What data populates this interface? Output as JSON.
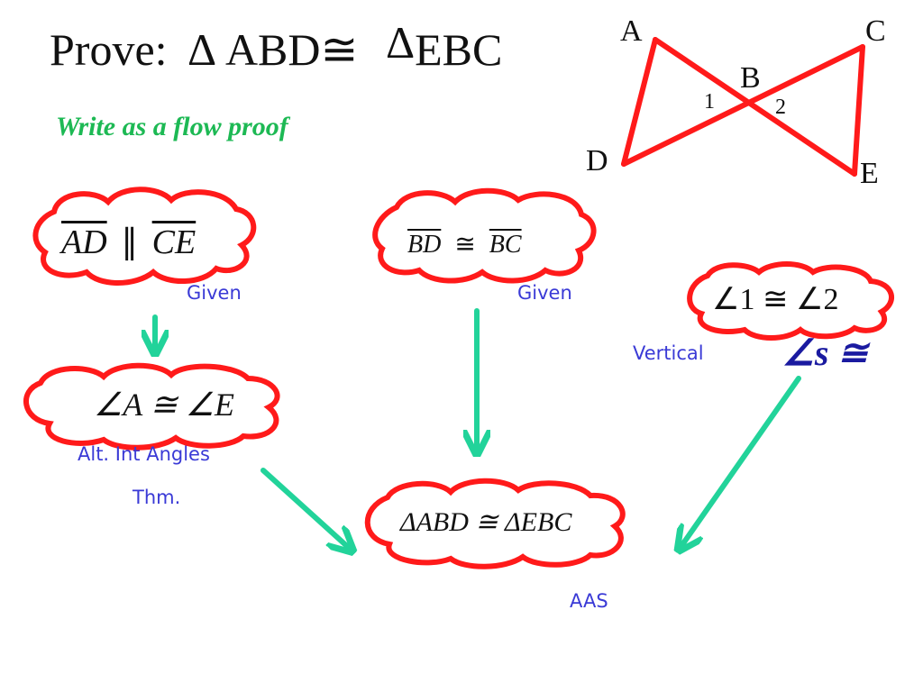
{
  "header": {
    "title_prefix": "Prove:",
    "triangle_symbol": "Δ",
    "tri1": "ABD",
    "congruent": "≅",
    "tri2": "EBC",
    "subtitle": "Write as a flow proof"
  },
  "diagram": {
    "points": {
      "A": "A",
      "B": "B",
      "C": "C",
      "D": "D",
      "E": "E"
    },
    "angle1": "1",
    "angle2": "2",
    "line_color": "#ff1a1a"
  },
  "steps": {
    "s1": {
      "left": "AD",
      "rel": "∥",
      "right": "CE",
      "reason": "Given"
    },
    "s2": {
      "left": "BD",
      "rel": "≅",
      "right": "BC",
      "reason": "Given"
    },
    "s3": {
      "text": "∠1 ≅ ∠2",
      "reason": "Vertical",
      "reason_tail": "∠s ≅"
    },
    "s4": {
      "text": "∠A ≅ ∠E",
      "reason_line1": "Alt. Int Angles",
      "reason_line2": "Thm."
    },
    "s5": {
      "text": "ΔABD ≅ ΔEBC",
      "reason": "AAS"
    }
  },
  "colors": {
    "cloud": "#ff1a1a",
    "arrow": "#22d39a",
    "reason": "#3a3ad6",
    "subtitle": "#1db954"
  }
}
